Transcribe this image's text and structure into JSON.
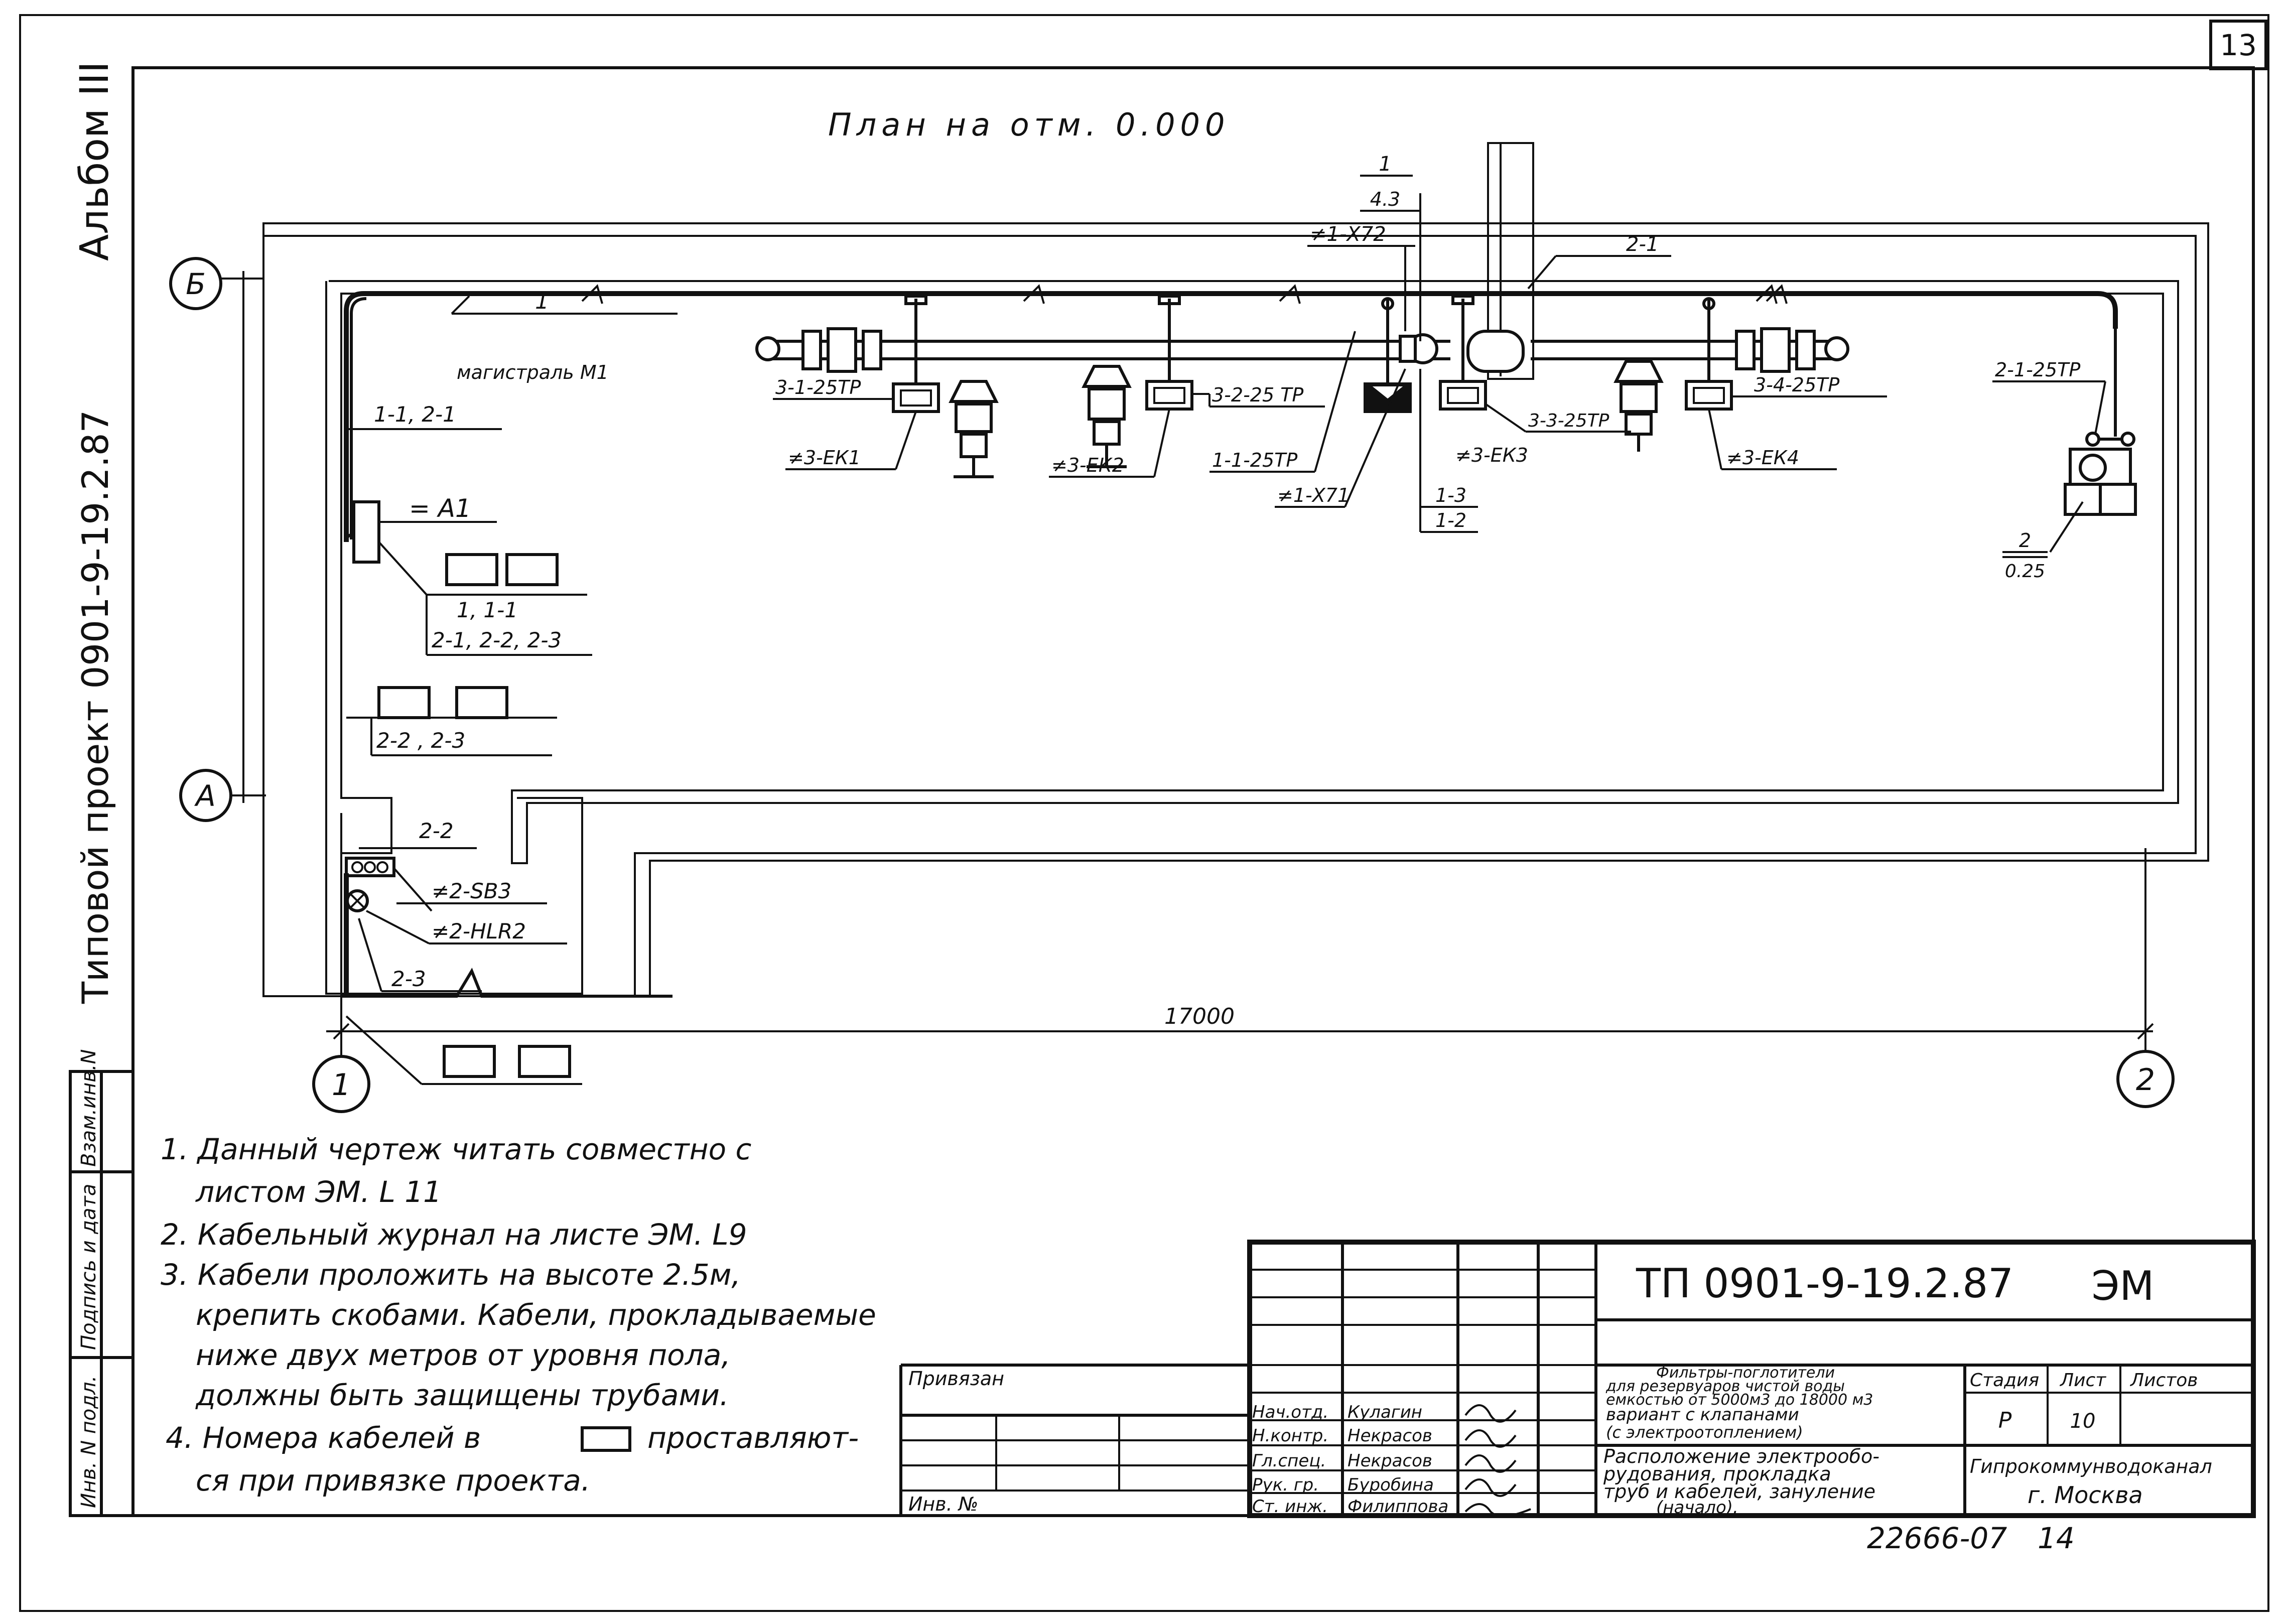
{
  "sheet": {
    "number_corner": "13",
    "album": "Альбом III",
    "project": "Типовой проект 0901-9-19.2.87"
  },
  "plan": {
    "title": "План на отм. 0.000",
    "axes": {
      "b": "Б",
      "a": "А",
      "one": "1",
      "two": "2"
    },
    "dimension": "17000",
    "labels": {
      "main_top": "1",
      "main_name": "магистраль М1",
      "l_1_1_2_1": "1-1,  2-1",
      "a1": "= А1",
      "box_1_1_1": "1, 1-1",
      "box_2_123": "2-1, 2-2, 2-3",
      "l_22_23": "2-2 , 2-3",
      "l_2_2": "2-2",
      "sb3": "≠2-SB3",
      "hlr2": "≠2-HLR2",
      "l_2_3": "2-3",
      "frac_1": "1",
      "frac_43": "4.3",
      "x72": "≠1-Х72",
      "l_2_1_top": "2-1",
      "t31": "3-1-25ТР",
      "t32": "3-2-25 ТР",
      "ek1": "≠3-ЕК1",
      "ek2": "≠3-ЕК2",
      "t11": "1-1-25ТР",
      "x71": "≠1-Х71",
      "l13": "1-3",
      "l12": "1-2",
      "t33": "3-3-25ТР",
      "ek3": "≠3-ЕК3",
      "t34": "3-4-25ТР",
      "ek4": "≠3-ЕК4",
      "t21": "2-1-25ТР",
      "frac_2": "2",
      "frac_025": "0.25"
    }
  },
  "side_stamp": {
    "inv_podl": "Инв. N подл.",
    "podpis": "Подпись и дата",
    "vzam": "Взам.инв.N"
  },
  "notes": [
    "1. Данный чертеж читать совместно с",
    "листом ЭМ. L 11",
    "2. Кабельный журнал на листе ЭМ. L9",
    "3. Кабели проложить на высоте 2.5м,",
    "крепить скобами. Кабели, прокладываемые",
    "ниже двух метров от уровня пола,",
    "должны быть защищены трубами.",
    "4. Номера кабелей в",
    "проставляют-",
    "ся при привязке проекта."
  ],
  "title_block": {
    "privyazan": "Привязан",
    "inv_no": "Инв. №",
    "roles": [
      "Нач.отд.",
      "Н.контр.",
      "Гл.спец.",
      "Рук. гр.",
      "Ст. инж."
    ],
    "names": [
      "Кулагин",
      "Некрасов",
      "Некрасов",
      "Буробина",
      "Филиппова"
    ],
    "code": "ТП 0901-9-19.2.87",
    "section": "ЭМ",
    "desc1": [
      "Фильтры-поглотители",
      "для резервуаров чистой воды",
      "емкостью от 5000м3 до 18000 м3",
      "вариант с клапанами",
      "(с электроотоплением)"
    ],
    "desc2": [
      "Расположение электрообо-",
      "рудования, прокладка",
      "труб и кабелей, зануление",
      "(начало)."
    ],
    "stadiya_h": "Стадия",
    "list_h": "Лист",
    "listov_h": "Листов",
    "stadiya": "Р",
    "list": "10",
    "listov": "",
    "org1": "Гипрокоммунводоканал",
    "org2": "г. Москва",
    "bottom": "22666-07",
    "bottom_num": "14"
  }
}
